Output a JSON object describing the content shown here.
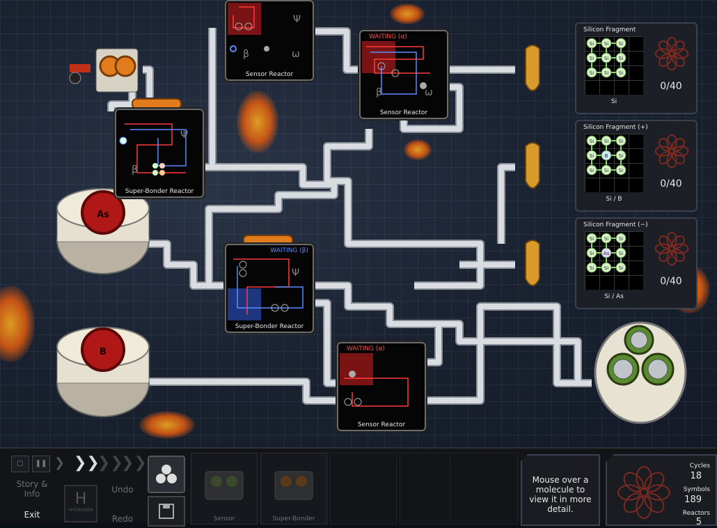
{
  "reactors": [
    {
      "id": "r1",
      "title": "Sensor Reactor",
      "status": ""
    },
    {
      "id": "r2",
      "title": "Sensor Reactor",
      "status": "WAITING (α)"
    },
    {
      "id": "r3",
      "title": "Super-Bonder Reactor",
      "status": ""
    },
    {
      "id": "r4",
      "title": "Super-Bonder Reactor",
      "status": "WAITING (β)"
    },
    {
      "id": "r5",
      "title": "Sensor Reactor",
      "status": "WAITING (α)"
    }
  ],
  "inputs": [
    {
      "label": "As"
    },
    {
      "label": "B"
    }
  ],
  "outputs": [
    {
      "name": "Silicon Fragment",
      "formula": "Si",
      "count": "0/40",
      "center": "Si"
    },
    {
      "name": "Silicon Fragment (+)",
      "formula": "Si / B",
      "count": "0/40",
      "center": "B"
    },
    {
      "name": "Silicon Fragment (−)",
      "formula": "Si / As",
      "count": "0/40",
      "center": "As"
    }
  ],
  "atom_symbol": "Si",
  "toolbar": {
    "story": "Story & Info",
    "exit": "Exit",
    "undo": "Undo",
    "redo": "Redo",
    "element_symbol": "H",
    "element_name": "HYDROGEN",
    "slot1": "Sensor",
    "slot2": "Super-Bonder"
  },
  "info_text": "Mouse over a molecule to view it in more detail.",
  "stats": {
    "cycles_label": "Cycles",
    "cycles": "18",
    "symbols_label": "Symbols",
    "symbols": "189",
    "reactors_label": "Reactors",
    "reactors": "5"
  },
  "colors": {
    "waiting_alpha": "#ff4b4b",
    "waiting_beta": "#5b8cff",
    "pipe": "#cfd3d8"
  }
}
